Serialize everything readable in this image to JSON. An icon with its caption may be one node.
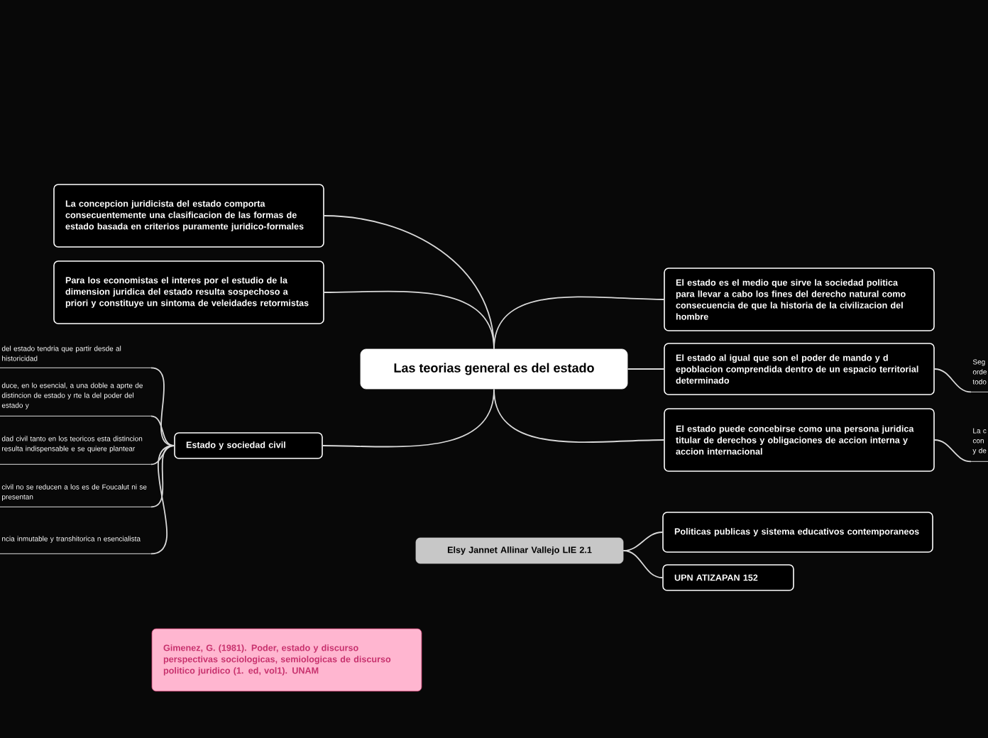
{
  "diagram": {
    "nodes": [
      {
        "text": [
          "Las teorias general es del estado"
        ]
      },
      {
        "text": [
          "La concepcion juridicista del estado comporta consecuentemente una clasificacion de las formas de estado basada en criterios puramente juridico-formales"
        ]
      },
      {
        "text": [
          "Para los economistas el interes por el estudio de la dimension juridica del estado resulta sospechoso a priori y constituye un sintoma de veleidades retormistas"
        ]
      },
      {
        "text": [
          "Estado y sociedad civil"
        ]
      },
      {
        "text": [
          "del estado tendria que partir desde al historicidad"
        ]
      },
      {
        "text": [
          "duce, en lo esencial, a una doble a aprte de distincion de estado y rte la del poder del estado y"
        ]
      },
      {
        "text": [
          "dad civil tanto en los teoricos esta distincion resulta indispensable e se quiere plantear"
        ]
      },
      {
        "text": [
          "civil no se reducen a los es de Foucalut ni se presentan"
        ]
      },
      {
        "text": [
          "ncia inmutable y transhitorica n esencialista"
        ]
      },
      {
        "text": [
          "El estado es el medio que sirve la sociedad politica para llevar a cabo los fines del derecho natural como consecuencia de que la historia de la civilizacion del hombre"
        ]
      },
      {
        "text": [
          "El estado al igual que son el poder de mando y d epoblacion comprendida dentro de un espacio territorial determinado"
        ]
      },
      {
        "text": [
          "El estado puede concebirse como una persona juridica titular de derechos y obligaciones de accion interna y accion internacional"
        ]
      },
      {
        "text": [
          "Seg orde todo"
        ]
      },
      {
        "text": [
          "La c con y de"
        ]
      },
      {
        "text": [
          "Elsy Jannet Allinar Vallejo LIE 2.1"
        ]
      },
      {
        "text": [
          "Politicas publicas y sistema educativos contemporaneos"
        ]
      },
      {
        "text": [
          "UPN ATIZAPAN 152"
        ]
      },
      {
        "text": [
          "Gimenez, G. (1981). Poder, estado y discurso perspectivas sociologicas, semiologicas de discurso politico juridico (1. ed, vol1). UNAM"
        ]
      }
    ],
    "edges": [
      {
        "from": 0,
        "to": 1,
        "arrow": "none"
      },
      {
        "from": 0,
        "to": 2,
        "arrow": "none"
      },
      {
        "from": 0,
        "to": 3,
        "arrow": "none"
      },
      {
        "from": 0,
        "to": 9,
        "arrow": "none"
      },
      {
        "from": 0,
        "to": 10,
        "arrow": "none"
      },
      {
        "from": 0,
        "to": 11,
        "arrow": "none"
      },
      {
        "from": 3,
        "to": 4,
        "arrow": "none"
      },
      {
        "from": 3,
        "to": 5,
        "arrow": "none"
      },
      {
        "from": 3,
        "to": 6,
        "arrow": "none"
      },
      {
        "from": 3,
        "to": 7,
        "arrow": "none"
      },
      {
        "from": 3,
        "to": 8,
        "arrow": "none"
      },
      {
        "from": 10,
        "to": 12,
        "arrow": "none"
      },
      {
        "from": 11,
        "to": 13,
        "arrow": "none"
      },
      {
        "from": 14,
        "to": 15,
        "arrow": "none"
      },
      {
        "from": 14,
        "to": 16,
        "arrow": "none"
      }
    ]
  }
}
